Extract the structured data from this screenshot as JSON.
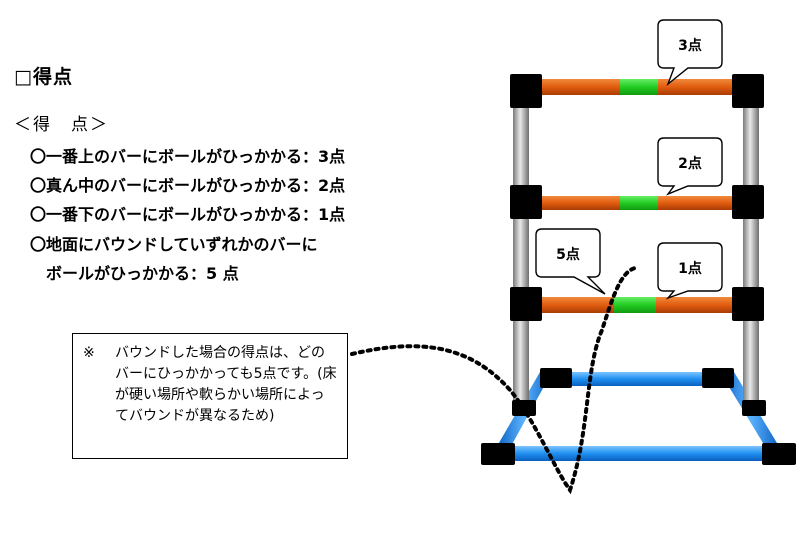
{
  "heading": "□得点",
  "subheading": "＜得　点＞",
  "rules": [
    {
      "text": "〇一番上のバーにボールがひっかかる：",
      "points": "3点"
    },
    {
      "text": "〇真ん中のバーにボールがひっかかる：",
      "points": "2点"
    },
    {
      "text": "〇一番下のバーにボールがひっかかる：",
      "points": "1点"
    },
    {
      "text": "〇地面にバウンドしていずれかのバーに",
      "points": ""
    },
    {
      "text": "　ボールがひっかかる：",
      "points": "5 点"
    }
  ],
  "note": {
    "mark": "※",
    "text": "バウンドした場合の得点は、どのバーにひっかかっても5点です。(床が硬い場所や軟らかい場所によってバウンドが異なるため)"
  },
  "bubbles": {
    "top": "3点",
    "middle": "2点",
    "bottom": "1点",
    "bounce": "5点"
  },
  "colors": {
    "bar_orange": "#e25c0f",
    "bar_green": "#22cc22",
    "pole_gray": "#a8a8a8",
    "base_blue": "#1f8ff0",
    "joint_black": "#000000"
  }
}
